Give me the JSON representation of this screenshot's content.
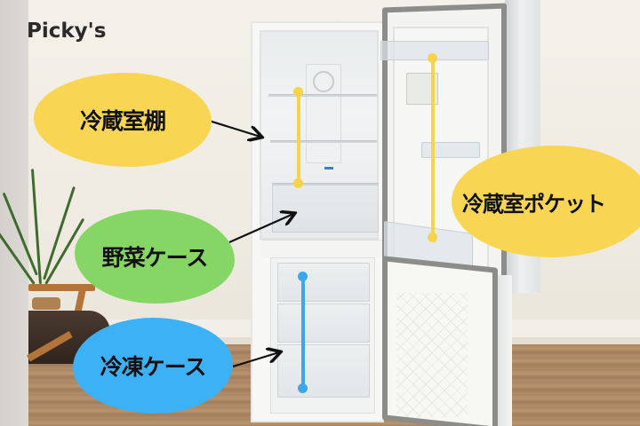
{
  "brand": {
    "logo_text": "Picky's"
  },
  "scene": {
    "subject": "two-door refrigerator with doors open",
    "colors": {
      "wall": "#f2efe8",
      "floor": "#ab8764",
      "door_gasket": "#8c8c8a",
      "yellow_marker": "#f5d34a",
      "blue_marker": "#3aa8f0"
    }
  },
  "labels": [
    {
      "id": "fridge-shelf",
      "text": "冷蔵室棚",
      "color": "#f8d654",
      "points_to": "refrigerator shelves"
    },
    {
      "id": "vegetable-case",
      "text": "野菜ケース",
      "color": "#86d665",
      "points_to": "vegetable crisper drawer"
    },
    {
      "id": "freezer-case",
      "text": "冷凍ケース",
      "color": "#3db1f5",
      "points_to": "freezer drawers"
    },
    {
      "id": "door-pocket",
      "text": "冷蔵室ポケット",
      "color": "#f8d654",
      "points_to": "refrigerator door pockets"
    }
  ]
}
